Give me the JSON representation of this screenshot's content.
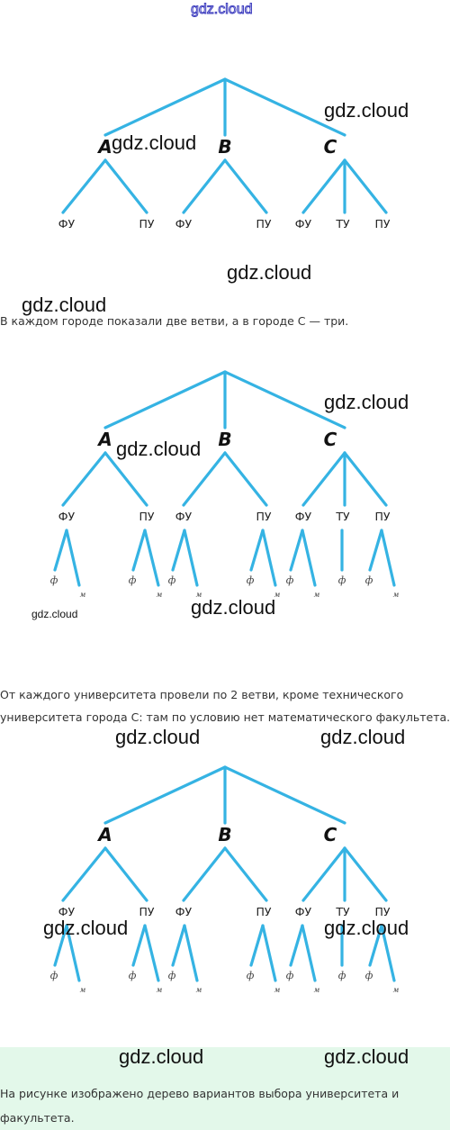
{
  "watermark": {
    "text": "gdz.cloud"
  },
  "diagram": {
    "cities": [
      "A",
      "B",
      "C"
    ],
    "universities": [
      [
        "ФУ",
        "ПУ"
      ],
      [
        "ФУ",
        "ПУ"
      ],
      [
        "ФУ",
        "ТУ",
        "ПУ"
      ]
    ],
    "faculty_labels": {
      "f": "ф",
      "m": "м"
    },
    "faculties_per_university": [
      [
        [
          "ф",
          "м"
        ],
        [
          "ф",
          "м"
        ]
      ],
      [
        [
          "ф",
          "м"
        ],
        [
          "ф",
          "м"
        ]
      ],
      [
        [
          "ф",
          "м"
        ],
        [
          "ф"
        ],
        [
          "ф",
          "м"
        ]
      ]
    ],
    "colors": {
      "branch": "#35b3e3"
    }
  },
  "captions": {
    "step1": "В каждом городе показали две ветви, а в городе C — три.",
    "step2_line1": "От каждого университета провели по 2 ветви, кроме технического",
    "step2_line2": "университета города C: там по условию нет математического факультета.",
    "final_line1": "На рисунке изображено дерево вариантов выбора университета и",
    "final_line2": "факультета."
  }
}
